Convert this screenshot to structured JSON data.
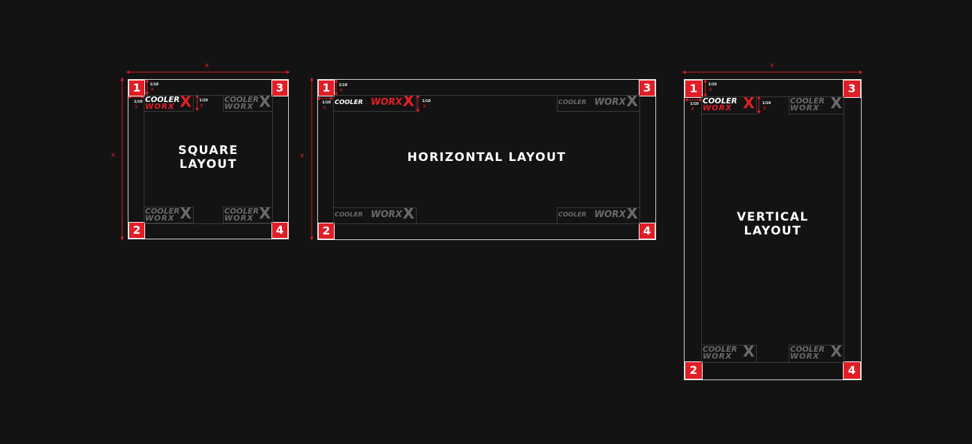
{
  "layouts": {
    "square": {
      "title_line1": "SQUARE",
      "title_line2": "LAYOUT"
    },
    "horizontal": {
      "title": "HORIZONTAL LAYOUT"
    },
    "vertical": {
      "title_line1": "VERTICAL",
      "title_line2": "LAYOUT"
    }
  },
  "corners": {
    "c1": "1",
    "c2": "2",
    "c3": "3",
    "c4": "4"
  },
  "logo": {
    "word1": "COOLER",
    "word2": "WORX",
    "mark": "X"
  },
  "dimensions": {
    "x_label": "x",
    "margin_value": "1/10",
    "margin_x": "x"
  },
  "colors": {
    "accent": "#e01e26",
    "background": "#131313",
    "ghost_logo": "#6a6a6a"
  },
  "icons": {
    "arrow": "double-headed-dimension-arrow"
  }
}
